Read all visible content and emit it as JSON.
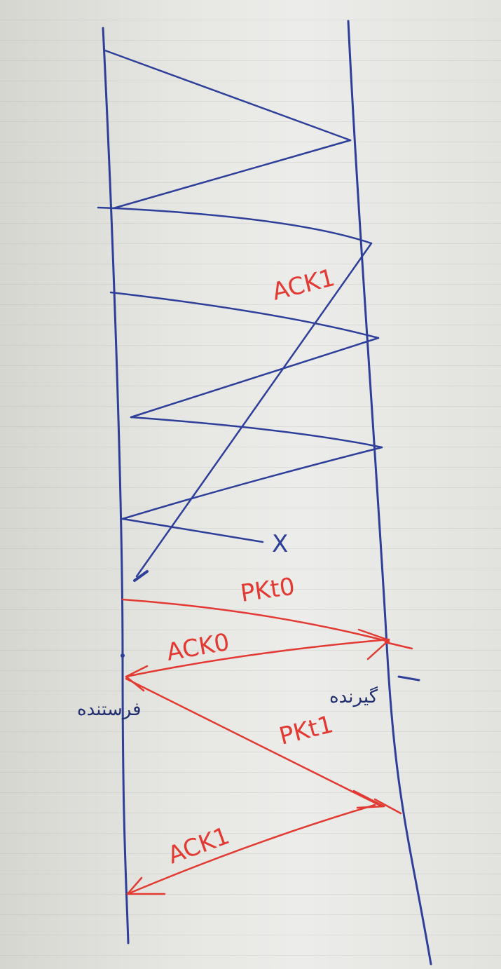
{
  "labels": {
    "ack_top": "ACK1",
    "pkt0": "PKt0",
    "ack0": "ACK0",
    "pkt1": "PKt1",
    "ack1_bottom": "ACK1",
    "lost_marker": "X",
    "sender": "فرستنده",
    "receiver": "گیرنده"
  },
  "colors": {
    "ink_blue": "#2e3f9a",
    "ink_red": "#e23a32",
    "paper": "#e6e6e2"
  }
}
